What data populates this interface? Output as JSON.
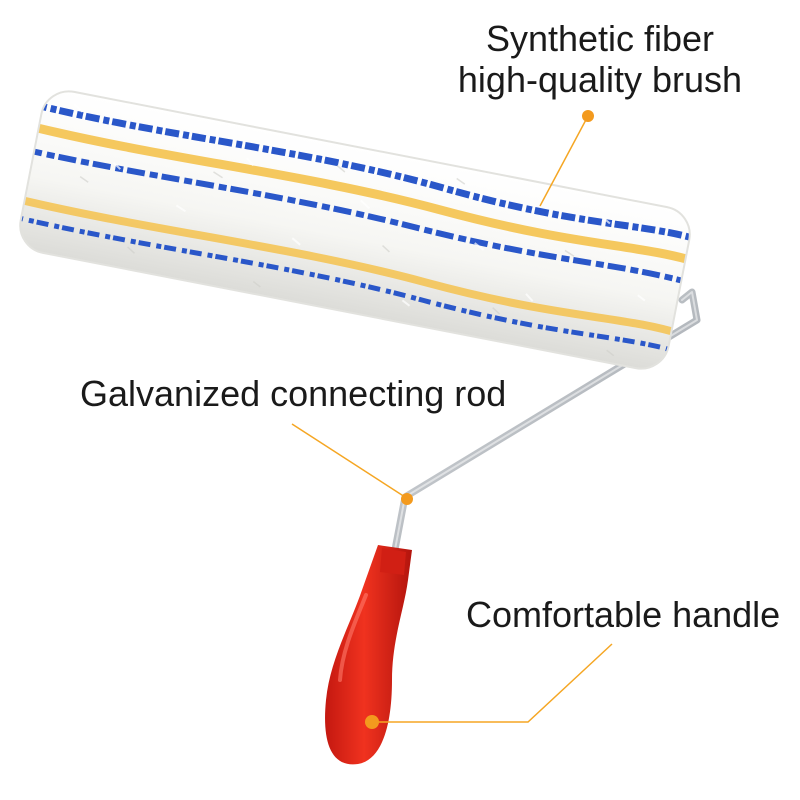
{
  "callouts": {
    "fiber": {
      "line1": "Synthetic fiber",
      "line2": "high-quality brush"
    },
    "rod": {
      "text": "Galvanized connecting rod"
    },
    "handle": {
      "text": "Comfortable handle"
    }
  },
  "colors": {
    "callout_line": "#f5a623",
    "callout_dot": "#f39a1e",
    "cover_base": "#f7f7f4",
    "stripe_blue": "#2a57c9",
    "stripe_yellow": "#f4c24d",
    "rod": "#b9bec4",
    "handle": "#e8261b"
  },
  "icons": {
    "roller": "paint-roller-product-image"
  }
}
